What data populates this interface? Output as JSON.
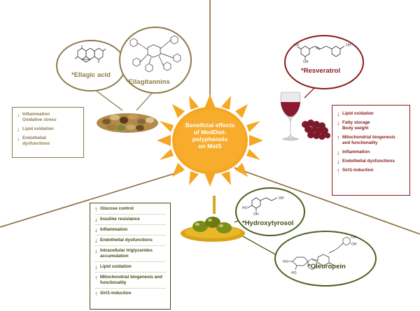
{
  "center": {
    "title": "Beneficial effects\nof MedDiet-\npolyphenols\non MetS"
  },
  "compounds": {
    "ellagic_acid": "*Ellagic acid",
    "ellagitannins": "*Ellagitannins",
    "resveratrol": "*Resveratrol",
    "hydroxytyrosol": "*Hydroxytyrosol",
    "oleuropein": "*Oleuropein"
  },
  "nuts_box": {
    "items": [
      {
        "arrow": "↓",
        "text": "Inflammation\nOxidative stress"
      },
      {
        "arrow": "↓",
        "text": "Lipid oxidation"
      },
      {
        "arrow": "↓",
        "text": "Endothelial\ndysfunctions"
      }
    ]
  },
  "wine_box": {
    "items": [
      {
        "arrow": "↓",
        "text": "Lipid oxidation"
      },
      {
        "arrow": "↓",
        "text": "Fatty storage\nBody weight"
      },
      {
        "arrow": "↑",
        "text": "Mitochondrial biogenesis\nand functionality"
      },
      {
        "arrow": "↓",
        "text": "Inflammation"
      },
      {
        "arrow": "↓",
        "text": "Endothelial dysfunctions"
      },
      {
        "arrow": "↑",
        "text": "Sirt1-induction"
      }
    ]
  },
  "olive_box": {
    "items": [
      {
        "arrow": "↑",
        "text": "Glucose control"
      },
      {
        "arrow": "↓",
        "text": "Insuline resistance"
      },
      {
        "arrow": "↓",
        "text": "Inflammation"
      },
      {
        "arrow": "↓",
        "text": "Endothelial dysfunctions"
      },
      {
        "arrow": "↓",
        "text": "Intracellular triglycerides\naccumulation"
      },
      {
        "arrow": "↓",
        "text": "Lipid oxidation"
      },
      {
        "arrow": "↑",
        "text": "Mitochondrial biogenesis and\nfunctionality"
      },
      {
        "arrow": "↑",
        "text": "Sirt1-induction"
      }
    ]
  },
  "colors": {
    "olive_text": "#8c7a4a",
    "wine_text": "#8b1a1a",
    "oil_text": "#3d4f12",
    "sun": "#f5a623"
  }
}
